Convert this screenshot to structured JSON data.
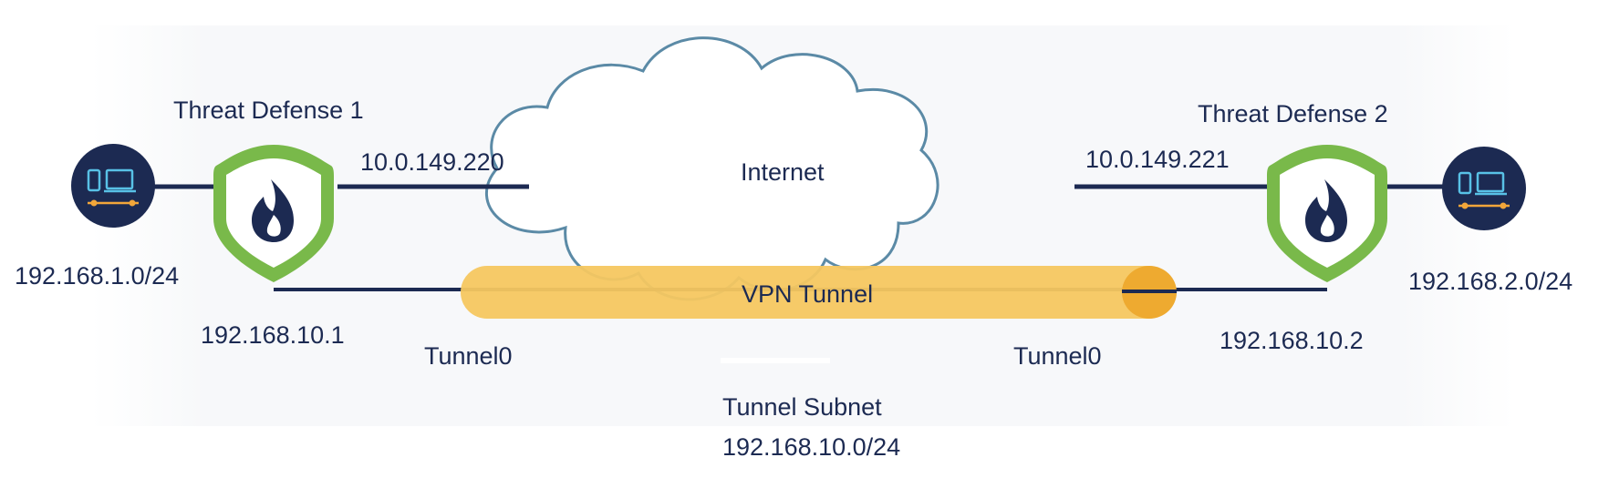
{
  "firewalls": [
    {
      "title": "Threat Defense 1",
      "outside_ip": "10.0.149.220",
      "tunnel_ip": "192.168.10.1",
      "tunnel_iface": "Tunnel0",
      "lan_subnet": "192.168.1.0/24"
    },
    {
      "title": "Threat Defense 2",
      "outside_ip": "10.0.149.221",
      "tunnel_ip": "192.168.10.2",
      "tunnel_iface": "Tunnel0",
      "lan_subnet": "192.168.2.0/24"
    }
  ],
  "internet": {
    "label": "Internet"
  },
  "vpn": {
    "label": "VPN Tunnel"
  },
  "tunnel_subnet": {
    "title": "Tunnel Subnet",
    "value": "192.168.10.0/24"
  },
  "colors": {
    "line": "#1c2a52",
    "shield": "#79b94a",
    "tunnel": "#f5c760",
    "tunnel_end": "#eeaa30",
    "cloud_stroke": "#5b8aa6",
    "device_bg": "#1c2a52",
    "device_icon": "#58c1e6",
    "device_bus": "#f2a63a"
  },
  "icons": {
    "firewall": "shield-flame-icon",
    "lan": "lan-devices-icon",
    "cloud": "cloud-icon"
  }
}
